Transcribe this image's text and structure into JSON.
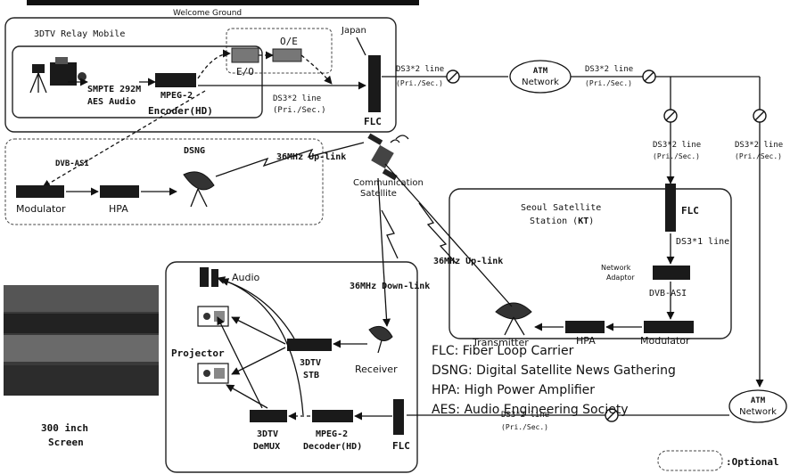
{
  "header_text": "Welcome Ground",
  "relay": {
    "title": "3DTV Relay Mobile",
    "japan": "Japan",
    "oe": "O/E",
    "eo": "E/O",
    "smpte": "SMPTE 292M",
    "aes": "AES Audio",
    "mpeg2": "MPEG-2",
    "encoder": "Encoder(HD)",
    "ds3_line": "DS3*2 line",
    "prisec": "(Pri./Sec.)",
    "flc": "FLC"
  },
  "dsng": {
    "title": "DSNG",
    "dvb_asi": "DVB-ASI",
    "modulator": "Modulator",
    "hpa": "HPA"
  },
  "uplink_label": "36MHz Up-link",
  "uplink_label2": "36MHz Up-link",
  "downlink_label": "36MHz Down-link",
  "satellite": [
    "Communication",
    "Satellite"
  ],
  "atm_top": [
    "ATM",
    "Network"
  ],
  "atm_bottom": [
    "ATM",
    "Network"
  ],
  "link_top_1": {
    "line": "DS3*2 line",
    "sub": "(Pri./Sec.)"
  },
  "link_top_2": {
    "line": "DS3*2 line",
    "sub": "(Pri./Sec.)"
  },
  "link_down_1": {
    "line": "DS3*2 line",
    "sub": "(Pri./Sec.)"
  },
  "link_down_2": {
    "line": "DS3*2 line",
    "sub": "(Pri./Sec.)"
  },
  "link_bottom": {
    "line": "DS3*2 line",
    "sub": "(Pri./Sec.)"
  },
  "seoul": {
    "title1": "Seoul Satellite",
    "title2_pre": "Station (",
    "title2_kt": "KT",
    "title2_post": ")",
    "flc": "FLC",
    "ds31": "DS3*1 line",
    "network": "Network",
    "adaptor": "Adaptor",
    "dvb_asi": "DVB-ASI",
    "modulator": "Modulator",
    "hpa": "HPA",
    "transmitter": "Transmitter"
  },
  "receive": {
    "audio": "Audio",
    "projector": "Projector",
    "stb1": "3DTV",
    "stb2": "STB",
    "receiver": "Receiver",
    "demux1": "3DTV",
    "demux2": "DeMUX",
    "decoder1": "MPEG-2",
    "decoder2": "Decoder(HD)",
    "flc": "FLC"
  },
  "screen": [
    "300 inch",
    "Screen"
  ],
  "legend": [
    "FLC: Fiber Loop Carrier",
    "DSNG: Digital Satellite News Gathering",
    "HPA: High Power Amplifier",
    "AES: Audio Engineering Society"
  ],
  "optional_label": ":Optional"
}
